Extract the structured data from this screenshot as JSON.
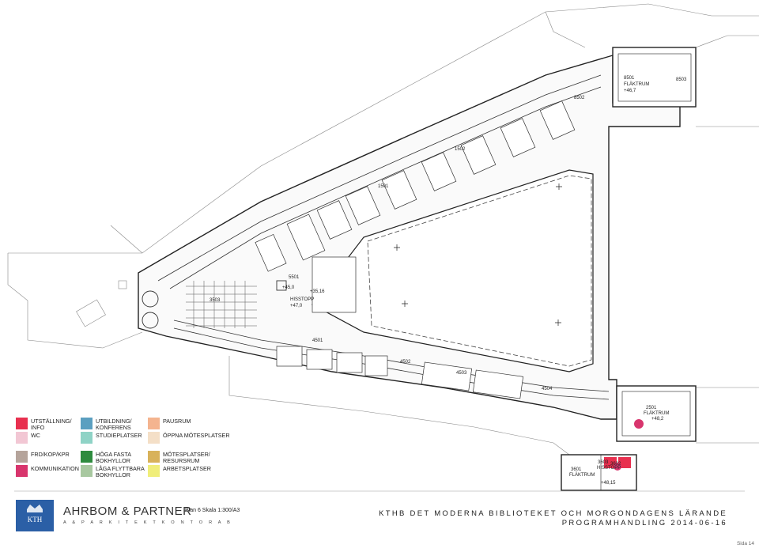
{
  "rooms": {
    "r1": "1501",
    "r2": "1502",
    "r3": "8502",
    "r4": "8501",
    "r4b": "FLÄKTRUM",
    "r4c": "+46,7",
    "r5": "8503",
    "r6": "3503",
    "r7": "5501",
    "r8": "+45,0",
    "r9": "+35,16",
    "r10": "HISSTOPP",
    "r10b": "+47,0",
    "r11": "4501",
    "r12": "4502",
    "r13": "4503",
    "r14": "4504",
    "r15": "2501",
    "r15b": "FLÄKTRUM",
    "r15c": "+48,2",
    "r16": "3601",
    "r16b": "FLÄKTRUM",
    "r17": "3603",
    "r17b": "HISSTOPP",
    "r18": "3602",
    "r19": "+48,15"
  },
  "legend": [
    {
      "text": "UTSTÄLLNING/\nINFO",
      "color": "#e8304f"
    },
    {
      "text": "UTBILDNING/\nKONFERENS",
      "color": "#5b9fc0"
    },
    {
      "text": "PAUSRUM",
      "color": "#f4b48f"
    },
    {
      "text": "WC",
      "color": "#f2c7d4"
    },
    {
      "text": "STUDIEPLATSER",
      "color": "#8fd3c6"
    },
    {
      "text": "ÖPPNA MÖTESPLATSER",
      "color": "#f4dfc7"
    },
    {
      "text": "FRD/KOP/KPR",
      "color": "#b5a49b"
    },
    {
      "text": "HÖGA FASTA\nBOKHYLLOR",
      "color": "#2e8b3e"
    },
    {
      "text": "MÖTESPLATSER/\nRESURSRUM",
      "color": "#d8b25a"
    },
    {
      "text": "KOMMUNIKATION",
      "color": "#d8356d"
    },
    {
      "text": "LÅGA FLYTTBARA\nBOKHYLLOR",
      "color": "#a8c8a0"
    },
    {
      "text": "ARBETSPLATSER",
      "color": "#f0ee7a"
    }
  ],
  "footer": {
    "firm_name": "AHRBOM & PARTNER",
    "firm_sub": "A & P   A R K I T E K T K O N T O R   A B",
    "plan_info": "Plan 6 Skala 1:300/A3",
    "title": "KTHB DET MODERNA BIBLIOTEKET OCH MORGONDAGENS LÄRANDE",
    "subtitle": "PROGRAMHANDLING 2014-06-16",
    "page": "Sida 14",
    "logo_text": "KTH"
  }
}
